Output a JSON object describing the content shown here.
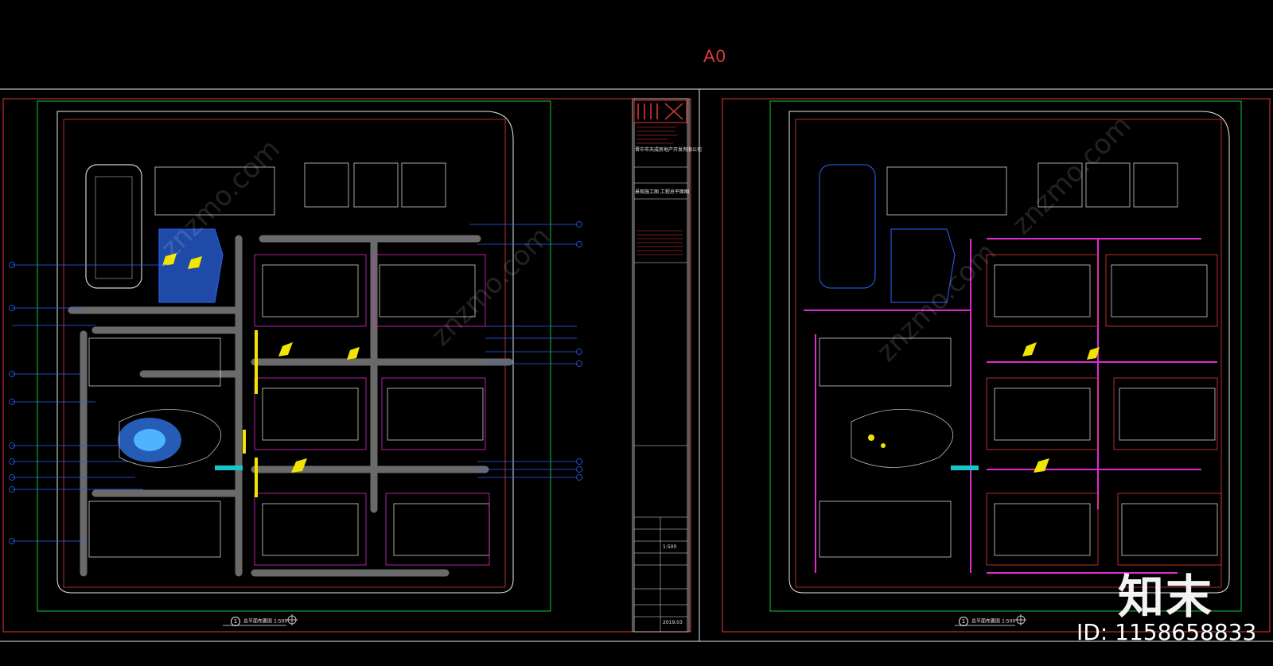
{
  "sheet": {
    "size_label": "A0"
  },
  "brand": {
    "logo_text": "知末",
    "id_text": "ID: 1158658833",
    "watermark_text": "znzmo.com"
  },
  "title_block": {
    "client": "晋中市天成房地产开发有限公司",
    "project": "景观施工图 工程总平面图",
    "date": "2019.03",
    "scale": "1:500"
  },
  "plans": [
    {
      "number": "1",
      "title": "总平面布置图",
      "scale": "1:500"
    },
    {
      "number": "1",
      "title": "总平面布置图",
      "scale": "1:500"
    }
  ],
  "colors": {
    "background": "#000000",
    "frame_red": "#e03a3a",
    "frame_white": "#e8e8e8",
    "boundary_green": "#19c23a",
    "road_gray": "#6a6a6a",
    "building_white": "#cfcfcf",
    "water_blue": "#2d6bd6",
    "annotation_blue": "#2b63ff",
    "highlight_yellow": "#f2e600",
    "magenta": "#e02ad0",
    "cyan": "#17c6c9"
  }
}
